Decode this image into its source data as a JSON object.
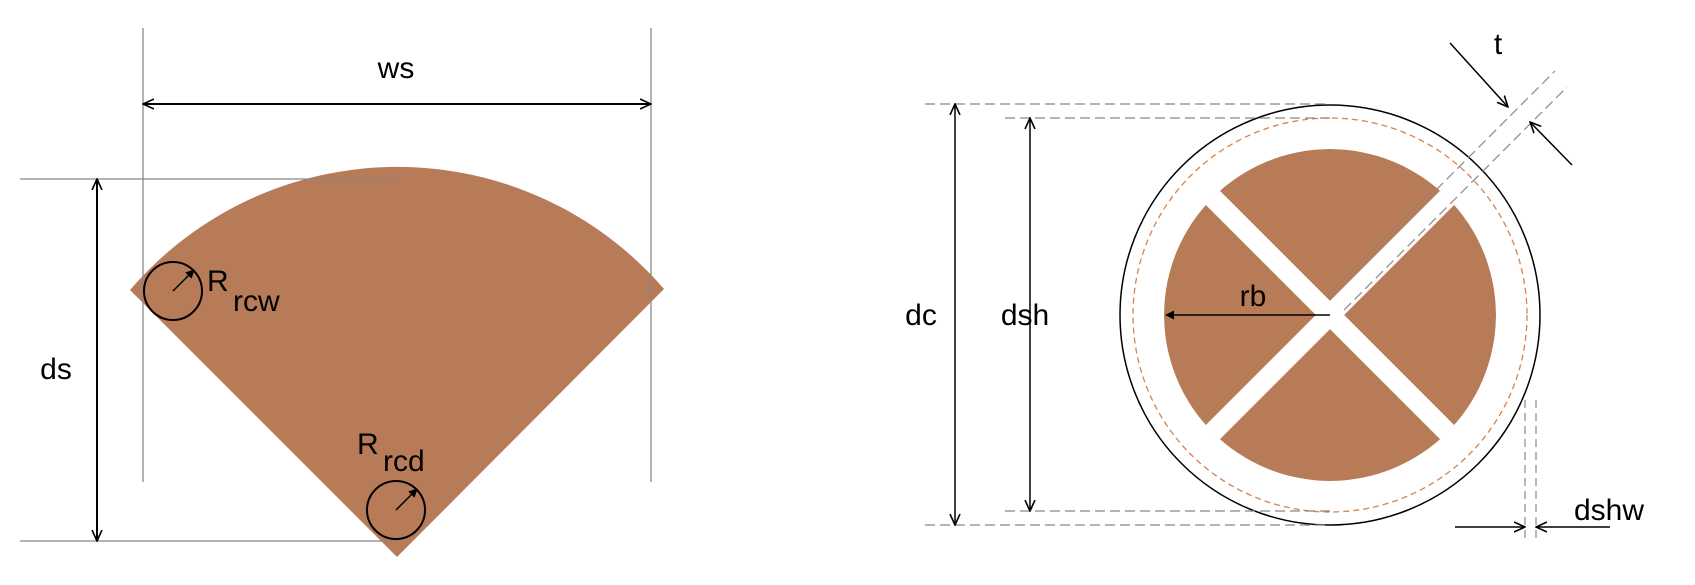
{
  "colors": {
    "copper": "#B87B58",
    "line": "#000000",
    "guide": "#888888",
    "shield": "#D9824A"
  },
  "left": {
    "ws": "ws",
    "ds": "ds",
    "rcw_main": "R",
    "rcw_sub": "rcw",
    "rcd_main": "R",
    "rcd_sub": "rcd"
  },
  "right": {
    "t": "t",
    "dc": "dc",
    "dsh": "dsh",
    "rb": "rb",
    "dshw": "dshw"
  }
}
